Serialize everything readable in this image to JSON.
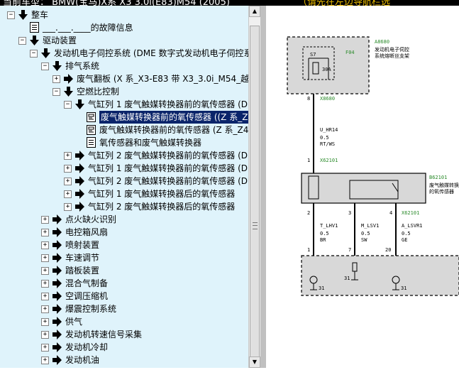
{
  "window": {
    "title": "当前车型：  BMW(宝马)X系 X3 3.0i(E83)M54 (2005)",
    "hint": "（请先在左边导航栏选"
  },
  "tree": {
    "nodes": [
      {
        "label": "整车",
        "icon": "arrow-down-icon",
        "level": 0,
        "expand": "minus"
      },
      {
        "label": "___.___.____的故障信息",
        "icon": "document-icon",
        "level": 1,
        "expand": "none"
      },
      {
        "label": "驱动装置",
        "icon": "arrow-down-icon",
        "level": 1,
        "expand": "minus"
      },
      {
        "label": "发动机电子伺控系统 (DME 数字式发动机电子伺控系",
        "icon": "arrow-down-icon",
        "level": 2,
        "expand": "minus"
      },
      {
        "label": "排气系统",
        "icon": "arrow-down-icon",
        "level": 3,
        "expand": "minus"
      },
      {
        "label": "废气翻板 (X 系_X3-E83 带 X3_3.0i_M54_越野",
        "icon": "arrow-right-icon",
        "level": 4,
        "expand": "plus"
      },
      {
        "label": "空燃比控制",
        "icon": "arrow-down-icon",
        "level": 4,
        "expand": "minus"
      },
      {
        "label": "气缸列 1 废气触媒转换器前的氧传感器 (D",
        "icon": "arrow-down-icon",
        "level": 5,
        "expand": "minus"
      },
      {
        "label": "废气触媒转换器前的氧传感器 ((Z 系_Z",
        "icon": "diagram-icon",
        "level": 6,
        "expand": "none",
        "selected": true
      },
      {
        "label": "废气触媒转换器前的氧传感器 (Z 系_Z4",
        "icon": "diagram-icon",
        "level": 6,
        "expand": "none"
      },
      {
        "label": "氧传感器和废气触媒转换器",
        "icon": "document-icon",
        "level": 6,
        "expand": "none"
      },
      {
        "label": "气缸列 2 废气触媒转换器前的氧传感器 (D",
        "icon": "arrow-right-icon",
        "level": 5,
        "expand": "plus"
      },
      {
        "label": "气缸列 1 废气触媒转换器前的氧传感器 (D",
        "icon": "arrow-right-icon",
        "level": 5,
        "expand": "plus"
      },
      {
        "label": "气缸列 2 废气触媒转换器前的氧传感器 (D",
        "icon": "arrow-right-icon",
        "level": 5,
        "expand": "plus"
      },
      {
        "label": "气缸列 1 废气触媒转换器后的氧传感器",
        "icon": "arrow-right-icon",
        "level": 5,
        "expand": "plus"
      },
      {
        "label": "气缸列 2 废气触媒转换器后的氧传感器",
        "icon": "arrow-right-icon",
        "level": 5,
        "expand": "plus"
      },
      {
        "label": "点火缺火识别",
        "icon": "arrow-right-icon",
        "level": 3,
        "expand": "plus"
      },
      {
        "label": "电控箱风扇",
        "icon": "arrow-right-icon",
        "level": 3,
        "expand": "plus"
      },
      {
        "label": "喷射装置",
        "icon": "arrow-right-icon",
        "level": 3,
        "expand": "plus"
      },
      {
        "label": "车速调节",
        "icon": "arrow-right-icon",
        "level": 3,
        "expand": "plus"
      },
      {
        "label": "踏板装置",
        "icon": "arrow-right-icon",
        "level": 3,
        "expand": "plus"
      },
      {
        "label": "混合气制备",
        "icon": "arrow-right-icon",
        "level": 3,
        "expand": "plus"
      },
      {
        "label": "空调压缩机",
        "icon": "arrow-right-icon",
        "level": 3,
        "expand": "plus"
      },
      {
        "label": "爆震控制系统",
        "icon": "arrow-right-icon",
        "level": 3,
        "expand": "plus"
      },
      {
        "label": "供气",
        "icon": "arrow-right-icon",
        "level": 3,
        "expand": "plus"
      },
      {
        "label": "发动机转速信号采集",
        "icon": "arrow-right-icon",
        "level": 3,
        "expand": "plus"
      },
      {
        "label": "发动机冷却",
        "icon": "arrow-right-icon",
        "level": 3,
        "expand": "plus"
      },
      {
        "label": "发动机油",
        "icon": "arrow-right-icon",
        "level": 3,
        "expand": "plus"
      }
    ]
  },
  "diagram": {
    "fuse_box_id": "A8680",
    "fuse_box_desc_1": "发动机电子伺控",
    "fuse_box_desc_2": "系统熔断丝支架",
    "fuse_pin": "S7",
    "fuse_id": "F04",
    "fuse_rating": "30A",
    "pin_top": "8",
    "conn_top": "X8680",
    "wire1_name": "U_HR14",
    "wire1_size": "0.5",
    "wire1_color": "RT/WS",
    "pin_mid": "1",
    "conn_mid": "X62101",
    "sensor_id": "B62101",
    "sensor_desc_1": "废气触媒转换",
    "sensor_desc_2": "的氧传感器",
    "sensor_pins": [
      "2",
      "3",
      "4"
    ],
    "conn_bottom": "X62101",
    "wires_bottom": [
      {
        "name": "T_LHV1",
        "size": "0.5",
        "color": "BR"
      },
      {
        "name": "M_LSV1",
        "size": "0.5",
        "color": "SW"
      },
      {
        "name": "A_LSVR1",
        "size": "0.5",
        "color": "GE"
      }
    ],
    "ecu_pins": [
      "1",
      "7",
      "20"
    ],
    "ground_labels": [
      "31",
      "31",
      "31"
    ]
  }
}
